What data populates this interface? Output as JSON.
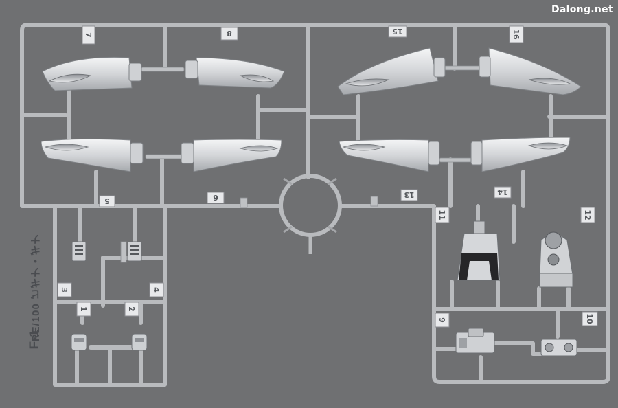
{
  "watermark": "Dalong.net",
  "runner_code": "RE/100 ビギナ・ギナ",
  "runner_id": "F-1",
  "colors": {
    "background": "#6f7072",
    "runner": "#bcbec1",
    "runner_shadow": "#8b8d91",
    "part": "#d8dadc",
    "part_light": "#eef0f1",
    "dark_insert": "#262628"
  },
  "tags": [
    {
      "text": "7"
    },
    {
      "text": "8"
    },
    {
      "text": "15"
    },
    {
      "text": "16"
    },
    {
      "text": "5"
    },
    {
      "text": "6"
    },
    {
      "text": "13"
    },
    {
      "text": "14"
    },
    {
      "text": "11"
    },
    {
      "text": "12"
    },
    {
      "text": "3"
    },
    {
      "text": "4"
    },
    {
      "text": "1"
    },
    {
      "text": "2"
    },
    {
      "text": "9"
    },
    {
      "text": "10"
    }
  ]
}
